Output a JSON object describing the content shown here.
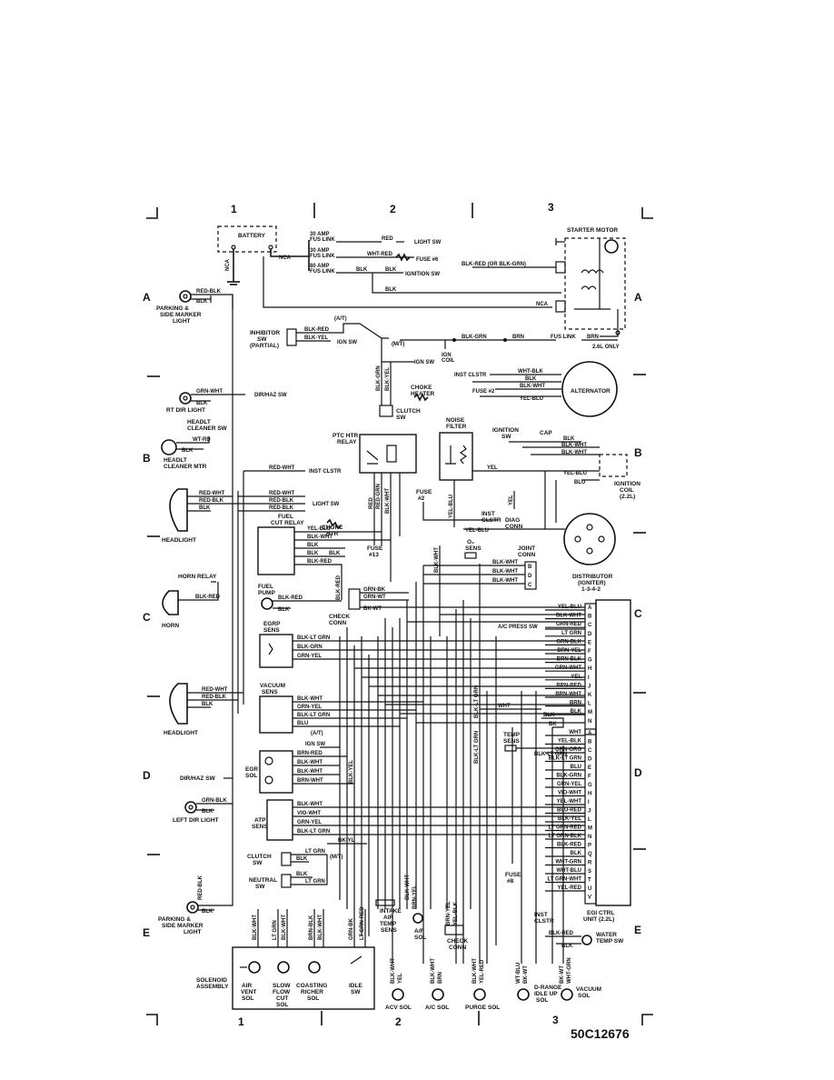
{
  "grid": {
    "columns": [
      "1",
      "2",
      "3"
    ],
    "rows": [
      "A",
      "B",
      "C",
      "D",
      "E"
    ]
  },
  "figure_id": "50C12676",
  "components": {
    "battery": "BATTERY",
    "starter_motor": "STARTER MOTOR",
    "fl30a_light": "30 AMP",
    "fl30a_light_2": "FUS LINK",
    "fl30a_fuse": "30 AMP",
    "fl30a_fuse_2": "FUS LINK",
    "fl80a": "80 AMP",
    "fl80a_2": "FUS LINK",
    "light_sw_top": "LIGHT SW",
    "fuse6": "FUSE #6",
    "ignition_sw_top": "IGNITION SW",
    "parking_a": "PARKING &",
    "parking_a2": "SIDE MARKER",
    "parking_a3": "LIGHT",
    "inhibitor": "INHIBITOR",
    "inhibitor2": "SW",
    "inhibitor3": "(PARTIAL)",
    "ign_sw1": "IGN SW",
    "ign_sw2": "IGN SW",
    "ign_coil": "IGN",
    "ign_coil2": "COIL",
    "fus_link": "FUS LINK",
    "only26": "2.6L ONLY",
    "inst_clstr_a": "INST CLSTR",
    "fuse2_a": "FUSE #2",
    "alternator": "ALTERNATOR",
    "choke_heater": "CHOKE",
    "choke_heater2": "HEATER",
    "clutch_sw_top": "CLUTCH",
    "clutch_sw_top2": "SW",
    "rt_dir": "RT DIR LIGHT",
    "dir_haz_1": "DIR/HAZ SW",
    "headlt_clean_sw": "HEADLT",
    "headlt_clean_sw2": "CLEANER SW",
    "headlt_clean_mtr": "HEADLT",
    "headlt_clean_mtr2": "CLEANER MTR",
    "ptc_htr": "PTC HTR",
    "ptc_htr2": "RELAY",
    "noise_filter": "NOISE",
    "noise_filter2": "FILTER",
    "ignition_sw_b": "IGNITION",
    "ignition_sw_b2": "SW",
    "cap": "CAP",
    "ignition_coil": "IGNITION",
    "ignition_coil2": "COIL",
    "ignition_coil3": "(2.2L)",
    "inst_clstr_b": "INST CLSTR",
    "headlight1": "HEADLIGHT",
    "light_sw_b": "LIGHT SW",
    "fuel_cut": "FUEL",
    "fuel_cut2": "CUT RELAY",
    "choke_htr_b": "CHOKE",
    "choke_htr_b2": "HTR",
    "fuse13": "FUSE",
    "fuse13b": "#13",
    "fuse2_b": "FUSE",
    "fuse2_b2": "#2",
    "inst_clstr_c": "INST",
    "inst_clstr_c2": "CLSTR",
    "diag_conn": "DIAG",
    "diag_conn2": "CONN",
    "o2_sens": "O₂",
    "o2_sens2": "SENS",
    "joint_conn": "JOINT",
    "joint_conn2": "CONN",
    "distributor": "DISTRIBUTOR",
    "distributor2": "(IGNITER)",
    "distributor3": "1-3-4-2",
    "horn_relay": "HORN RELAY",
    "horn": "HORN",
    "fuel_pump": "FUEL",
    "fuel_pump2": "PUMP",
    "check_conn": "CHECK",
    "check_conn2": "CONN",
    "ac_press": "A/C PRESS SW",
    "egrp_sens": "EGRP",
    "egrp_sens2": "SENS",
    "vacuum_sens": "VACUUM",
    "vacuum_sens2": "SENS",
    "headlight2": "HEADLIGHT",
    "at": "(A/T)",
    "mt": "(M/T)",
    "temp_sens": "TEMP",
    "temp_sens2": "SENS",
    "egr_sol": "EGR",
    "egr_sol2": "SOL",
    "dir_haz_2": "DIR/HAZ SW",
    "left_dir": "LEFT DIR LIGHT",
    "atp_sens": "ATP",
    "atp_sens2": "SENS",
    "clutch_sw_b": "CLUTCH",
    "clutch_sw_b2": "SW",
    "neutral_sw": "NEUTRAL",
    "neutral_sw2": "SW",
    "fuse8": "FUSE",
    "fuse8b": "#8",
    "inst_clstr_d": "INST",
    "inst_clstr_d2": "CLSTR",
    "egi": "EGI CTRL",
    "egi2": "UNIT (2.2L)",
    "parking_e": "PARKING &",
    "parking_e2": "SIDE MARKER",
    "parking_e3": "LIGHT",
    "intake_air": "INTAKE",
    "intake_air2": "AIR",
    "intake_air3": "TEMP",
    "intake_air4": "SENS",
    "af_sol": "A/F",
    "af_sol2": "SOL",
    "check_conn_e": "CHECK",
    "check_conn_e2": "CONN",
    "water_temp": "WATER",
    "water_temp2": "TEMP SW",
    "solenoid_asm": "SOLENOID",
    "solenoid_asm2": "ASSEMBLY",
    "air_vent": "AIR",
    "air_vent2": "VENT",
    "air_vent3": "SOL",
    "slow_flow": "SLOW",
    "slow_flow2": "FLOW",
    "slow_flow3": "CUT",
    "slow_flow4": "SOL",
    "coasting": "COASTING",
    "coasting2": "RICHER",
    "coasting3": "SOL",
    "idle_sw": "IDLE",
    "idle_sw2": "SW",
    "acv_sol": "ACV SOL",
    "ac_sol": "A/C SOL",
    "purge_sol": "PURGE SOL",
    "d_range": "D-RANGE",
    "d_range2": "IDLE UP",
    "d_range3": "SOL",
    "vacuum_sol": "VACUUM",
    "vacuum_sol2": "SOL"
  },
  "wire_labels": {
    "nca_bat": "NCA",
    "nca_fl": "NCA",
    "red": "RED",
    "wht_red": "WHT-RED",
    "blk_fl": "BLK",
    "blk_ign": "BLK",
    "blk_long": "BLK",
    "blk_red_grn": "BLK-RED (OR BLK-GRN)",
    "nca_st": "NCA",
    "red_blk_a": "RED-BLK",
    "blk_a": "BLK",
    "blk_red_inh": "BLK-RED",
    "blk_yel_inh": "BLK-YEL",
    "blk_grn_ign": "BLK-GRN",
    "brn_ign": "BRN",
    "brn_fl": "BRN",
    "wht_blk_alt": "WHT-BLK",
    "blk_alt": "BLK",
    "blk_wht_alt": "BLK-WHT",
    "yel_blu_alt": "YEL-BLU",
    "blk_grn_v": "BLK-GRN",
    "blk_yel_v": "BLK-YEL",
    "grn_wht_rt": "GRN-WHT",
    "blk_rt": "BLK",
    "wt_rd": "WT-RD",
    "blk_hc": "BLK",
    "red_wht_ic": "RED-WHT",
    "blk_cap": "BLK",
    "blk_wht_cap": "BLK-WHT",
    "blk_wht_cap2": "BLK-WHT",
    "yel": "YEL",
    "yel_blu_coil": "YEL-BLU",
    "blu_coil": "BLU",
    "red_wht_h1": "RED-WHT",
    "red_blk_h1": "RED-BLK",
    "blk_h1": "BLK",
    "red_wht_ls": "RED-WHT",
    "red_blk_ls": "RED-BLK",
    "red_blk_ls2": "RED-BLK",
    "red_v": "RED",
    "red_grn_v": "RED-GRN",
    "blk_wht_v": "BLK-WHT",
    "yel_blu_v": "YEL-BLU",
    "yel_v2": "YEL",
    "yel_blu_fc": "YEL-BLU",
    "blk_wht_fc": "BLK-WHT",
    "blk_fc": "BLK",
    "blk_fc2": "BLK",
    "blk_fc3": "BLK",
    "blk_red_fc": "BLK-RED",
    "yel_blu_dc": "YEL-BLU",
    "blk_wht_v2": "BLK-WHT",
    "blk_wht_jc": "BLK-WHT",
    "blk_wht_jc2": "BLK-WHT",
    "blk_wht_jc3": "BLK-WHT",
    "blk_red_horn": "BLK-RED",
    "blk_red_fp": "BLK-RED",
    "blk_fp": "BLK",
    "grn_bk": "GRN-BK",
    "grn_wt": "GRN-WT",
    "bk_wt": "BK-WT",
    "blk_red_v": "BLK-RED",
    "blk_ltgrn_eg": "BLK-LT GRN",
    "blk_grn_eg": "BLK-GRN",
    "grn_yel_eg": "GRN-YEL",
    "blk_wht_vs": "BLK-WHT",
    "grn_yel_vs": "GRN-YEL",
    "blk_ltgrn_vs": "BLK-LT GRN",
    "blu_vs": "BLU",
    "red_wht_h2": "RED-WHT",
    "red_blk_h2": "RED-BLK",
    "blk_h2": "BLK",
    "brn_red_egr": "BRN-RED",
    "blk_wht_egr": "BLK-WHT",
    "blk_wht_egr2": "BLK-WHT",
    "brn_wht_egr": "BRN-WHT",
    "blk_yel_v2": "BLK-YEL",
    "grn_blk_ld": "GRN-BLK",
    "blk_ld": "BLK",
    "blk_wht_atp": "BLK-WHT",
    "vio_wht_atp": "VIO-WHT",
    "grn_yel_atp": "GRN-YEL",
    "blk_ltgrn_atp": "BLK-LT GRN",
    "lt_grn_cl": "LT GRN",
    "blk_cl": "BLK",
    "blk_ns": "BLK",
    "lt_grn_ns": "LT GRN",
    "bk_yl": "BK-YL",
    "red_blk_e": "RED-BLK",
    "blk_e": "BLK",
    "blk_ltgrn_v2": "BLK-LT GRN",
    "wht": "WHT",
    "blk_ts": "BLK",
    "bk_ts": "BK",
    "blk_ltgrn_ts": "BLK-LT GRN",
    "blk_ltgrn_v3": "BLK-LT GRN",
    "blk_wht_ia": "BLK-WHT",
    "brn_yel_ia": "BRN-YEL",
    "brn_yel_ck": "BRN-YEL",
    "yel_blk_ck": "YEL-BLK",
    "blk_red_wt": "BLK-RED",
    "blk_wt": "BLK",
    "blk_wht_s1": "BLK-WHT",
    "lt_grn_s": "LT GRN",
    "blk_wht_s2": "BLK-WHT",
    "brn_blk_s": "BRN-BLK",
    "blk_wht_s3": "BLK-WHT",
    "grn_bk_s": "GRN-BK",
    "lt_grn_red_s": "LT GRN-RED",
    "blk_wht_acv": "BLK-WHT",
    "yel_acv": "YEL",
    "blk_wht_acs": "BLK-WHT",
    "brn_acs": "BRN",
    "blk_wht_pg": "BLK-WHT",
    "yel_red_pg": "YEL-RED",
    "wt_blu": "WT-BLU",
    "bk_wt_dr": "BK-WT",
    "bk_wt_vs": "BK-WT",
    "wht_grn_vs": "WHT-GRN"
  },
  "connector_top": [
    {
      "pin": "A",
      "wire": "YEL-BLU"
    },
    {
      "pin": "B",
      "wire": "BLK-WHT"
    },
    {
      "pin": "C",
      "wire": "GRN-RED"
    },
    {
      "pin": "D",
      "wire": "LT GRN"
    },
    {
      "pin": "E",
      "wire": "GRN-BLK"
    },
    {
      "pin": "F",
      "wire": "BRN-YEL"
    },
    {
      "pin": "G",
      "wire": "BRN-BLK"
    },
    {
      "pin": "H",
      "wire": "GRN-WHT"
    },
    {
      "pin": "I",
      "wire": "YEL"
    },
    {
      "pin": "J",
      "wire": "BRN-RED"
    },
    {
      "pin": "K",
      "wire": "BRN-WHT"
    },
    {
      "pin": "L",
      "wire": "BRN"
    },
    {
      "pin": "M",
      "wire": "BLK"
    },
    {
      "pin": "N",
      "wire": ""
    }
  ],
  "connector_bottom": [
    {
      "pin": "A",
      "wire": "WHT"
    },
    {
      "pin": "B",
      "wire": "YEL-BLK"
    },
    {
      "pin": "C",
      "wire": "GRN-ORG"
    },
    {
      "pin": "D",
      "wire": "BLK-LT GRN"
    },
    {
      "pin": "E",
      "wire": "BLU"
    },
    {
      "pin": "F",
      "wire": "BLK-GRN"
    },
    {
      "pin": "G",
      "wire": "GRN-YEL"
    },
    {
      "pin": "H",
      "wire": "VIO-WHT"
    },
    {
      "pin": "I",
      "wire": "YEL-WHT"
    },
    {
      "pin": "J",
      "wire": "BLU-RED"
    },
    {
      "pin": "L",
      "wire": "BLK-YEL"
    },
    {
      "pin": "M",
      "wire": "LT GRN-RED"
    },
    {
      "pin": "N",
      "wire": "LT GRN-BLK"
    },
    {
      "pin": "P",
      "wire": "BLK-RED"
    },
    {
      "pin": "Q",
      "wire": "BLK"
    },
    {
      "pin": "R",
      "wire": "WHT-GRN"
    },
    {
      "pin": "S",
      "wire": "WHT-BLU"
    },
    {
      "pin": "T",
      "wire": "LT GRN-WHT"
    },
    {
      "pin": "U",
      "wire": "YEL-RED"
    },
    {
      "pin": "V",
      "wire": ""
    }
  ],
  "joint_pins": [
    "B",
    "D",
    "C"
  ]
}
